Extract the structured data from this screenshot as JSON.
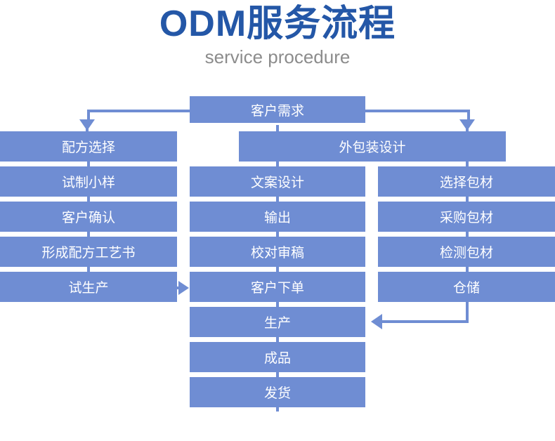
{
  "header": {
    "title": "ODM服务流程",
    "subtitle": "service procedure",
    "title_color": "#2457a7",
    "subtitle_color": "#8c8c8c"
  },
  "theme": {
    "box_fill": "#6f8dd3",
    "box_text": "#ffffff",
    "connector": "#6f8dd3",
    "background": "#ffffff"
  },
  "flow": {
    "start": {
      "label": "客户需求"
    },
    "branches": [
      {
        "label": "配方选择"
      },
      {
        "label": "外包装设计"
      }
    ],
    "left_column": [
      {
        "label": "试制小样"
      },
      {
        "label": "客户确认"
      },
      {
        "label": "形成配方工艺书"
      },
      {
        "label": "试生产"
      }
    ],
    "center_column": [
      {
        "label": "文案设计"
      },
      {
        "label": "输出"
      },
      {
        "label": "校对审稿"
      },
      {
        "label": "客户下单"
      },
      {
        "label": "生产"
      },
      {
        "label": "成品"
      },
      {
        "label": "发货"
      }
    ],
    "right_column": [
      {
        "label": "选择包材"
      },
      {
        "label": "采购包材"
      },
      {
        "label": "检测包材"
      },
      {
        "label": "仓储"
      }
    ]
  }
}
